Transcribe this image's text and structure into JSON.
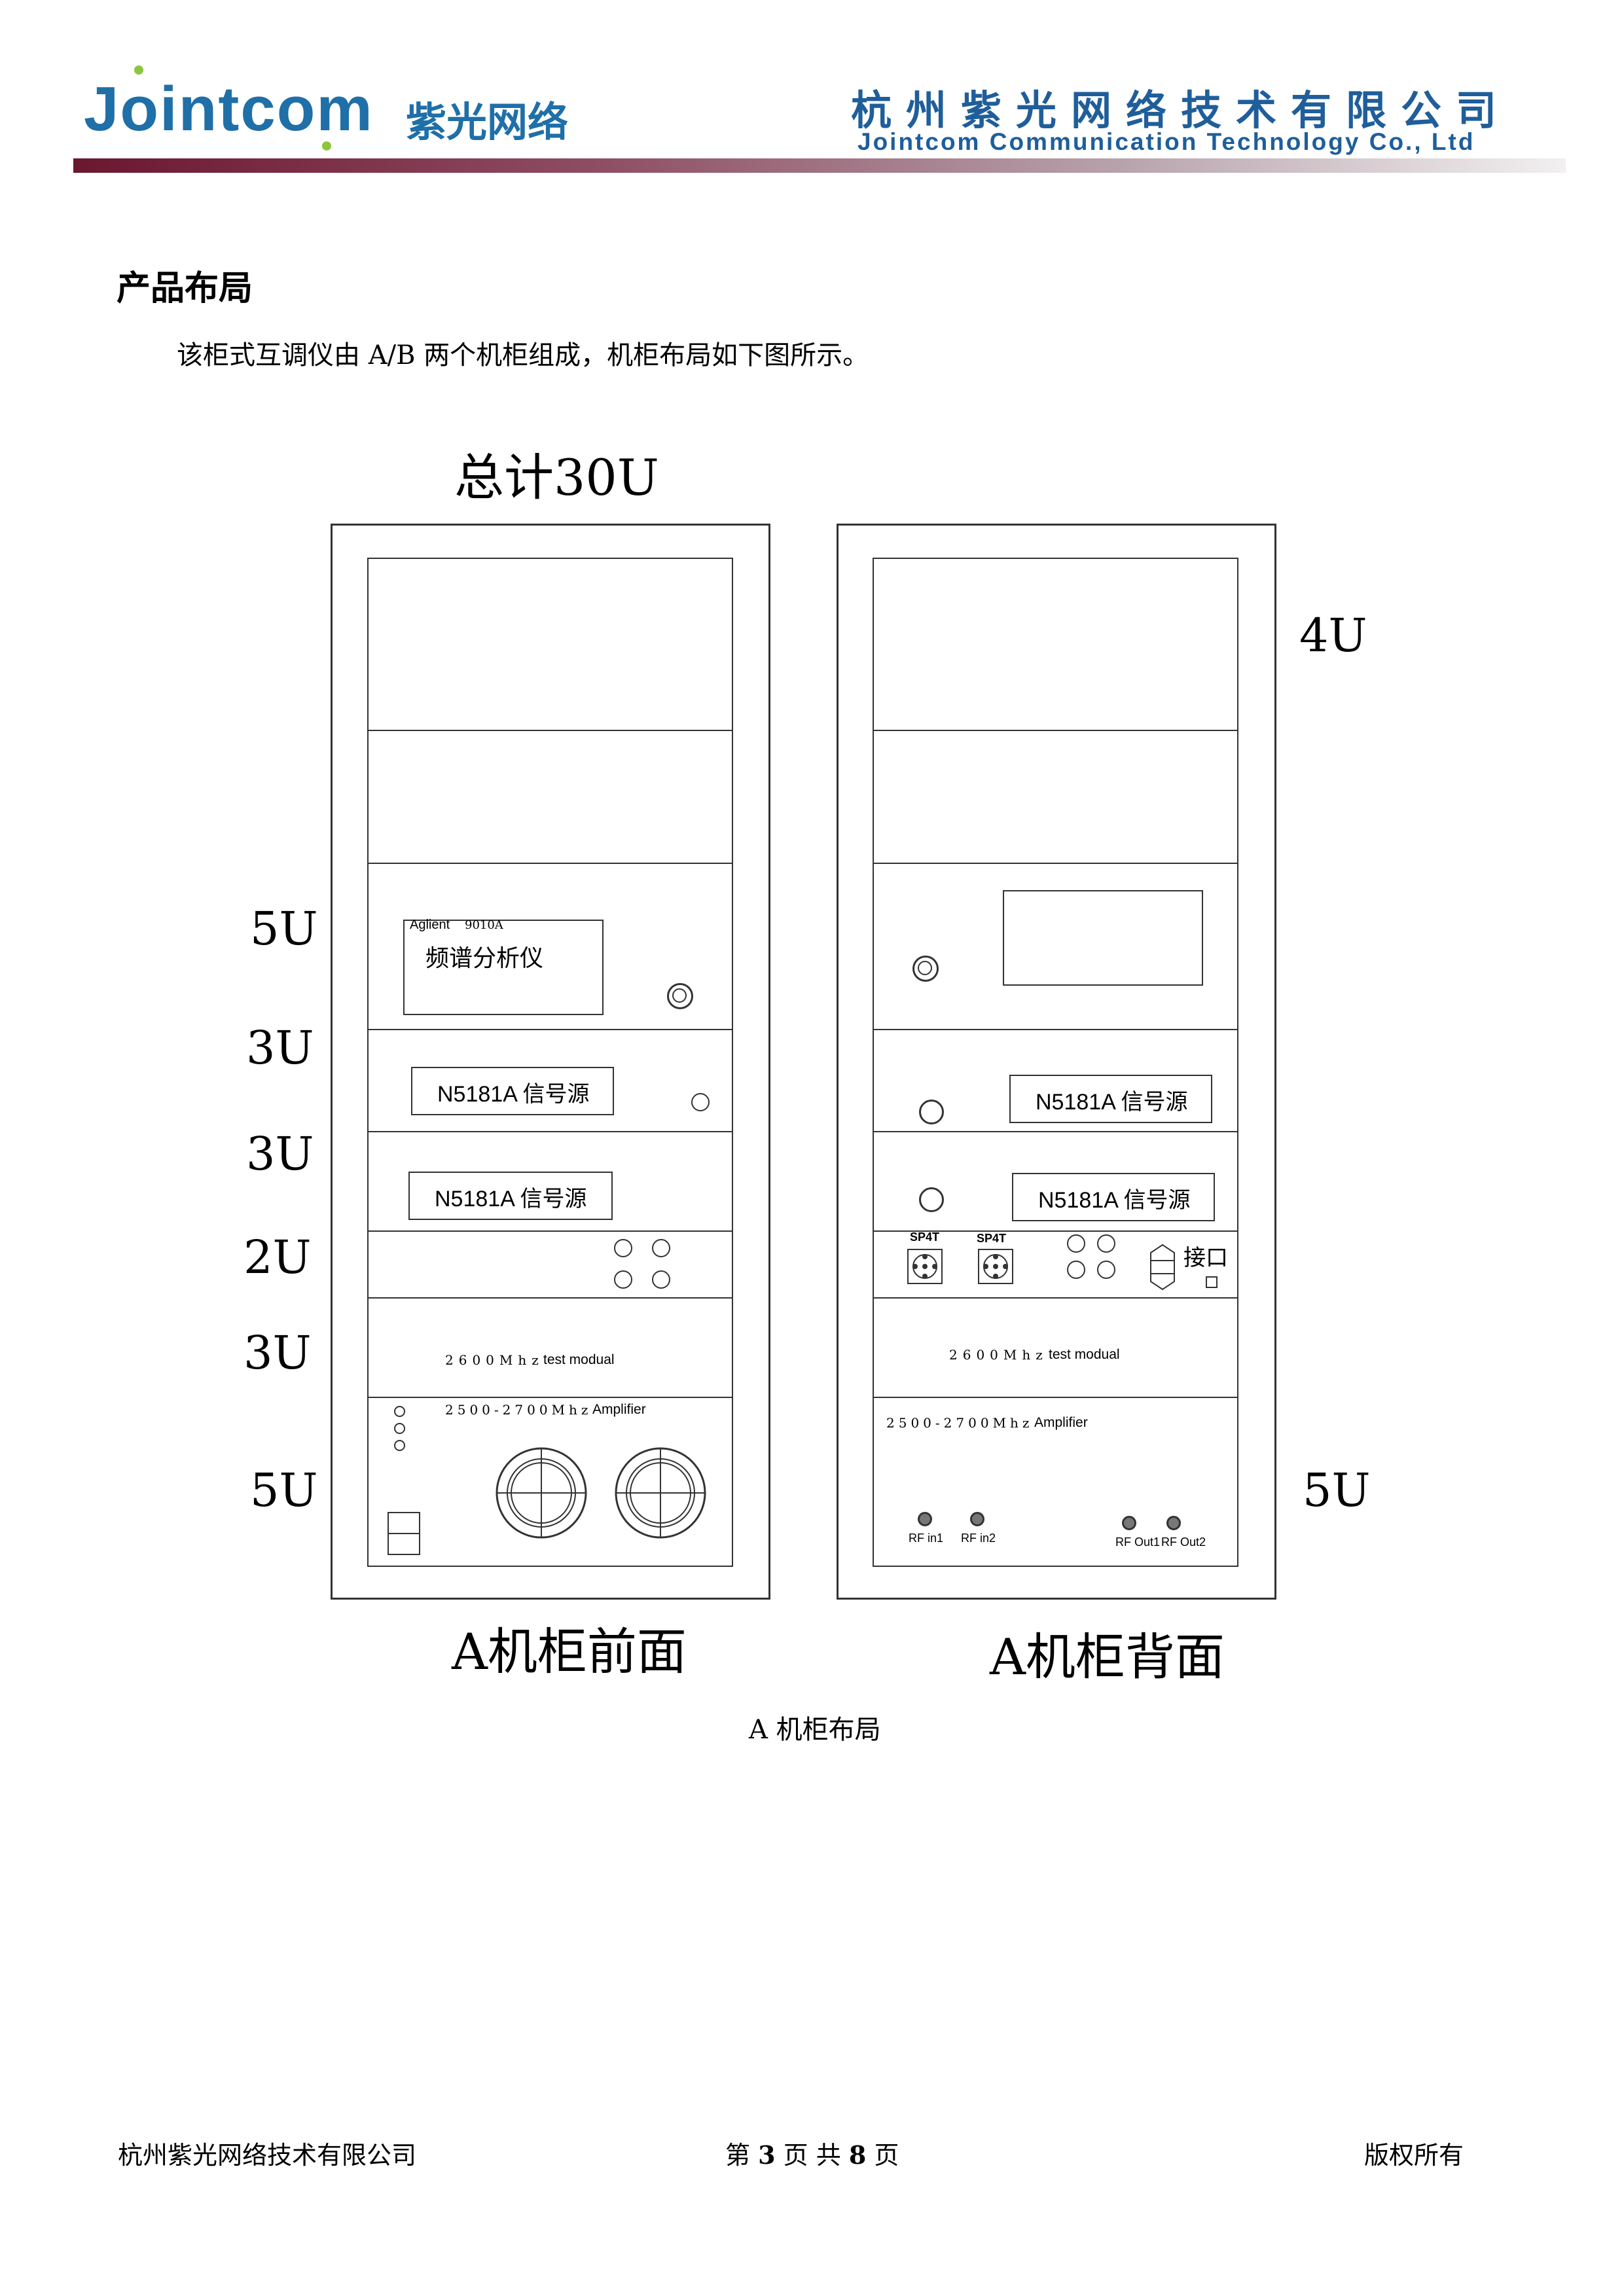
{
  "header": {
    "logo_text": "Jointcom",
    "logo_cn": "紫光网络",
    "company_cn": "杭州紫光网络技术有限公司",
    "company_en": "Jointcom Communication Technology Co., Ltd",
    "colors": {
      "brand_blue": "#1f6fa8",
      "logo_dot_green": "#8cc63f",
      "rule_dark": "#6b1730"
    }
  },
  "section": {
    "title": "产品布局",
    "intro": "该柜式互调仪由 A/B 两个机柜组成，机柜布局如下图所示。"
  },
  "figure": {
    "total_label": "总计30U",
    "left_u_labels": [
      "5U",
      "3U",
      "3U",
      "2U",
      "3U",
      "5U"
    ],
    "right_u_labels": [
      "4U",
      "5U"
    ],
    "front": {
      "caption": "A机柜前面",
      "analyzer_brand": "Aglient",
      "analyzer_model": "9010A",
      "analyzer_name": "频谱分析仪",
      "signal_source_1": "N5181A 信号源",
      "signal_source_2": "N5181A 信号源",
      "test_band": "2600Mhz",
      "test_name": "test modual",
      "amp_band": "2500-2700Mhz",
      "amp_name": "Amplifier"
    },
    "back": {
      "caption": "A机柜背面",
      "signal_source_1": "N5181A 信号源",
      "signal_source_2": "N5181A 信号源",
      "switch_1": "SP4T",
      "switch_2": "SP4T",
      "port_label": "接口",
      "test_band": "2600Mhz",
      "test_name": "test modual",
      "amp_band": "2500-2700Mhz",
      "amp_name": "Amplifier",
      "rf_in1": "RF in1",
      "rf_in2": "RF in2",
      "rf_out1": "RF Out1",
      "rf_out2": "RF Out2"
    },
    "caption": "A 机柜布局"
  },
  "footer": {
    "company": "杭州紫光网络技术有限公司",
    "page_prefix": "第",
    "page_num": "3",
    "page_mid": "页  共",
    "page_total": "8",
    "page_suffix": "页",
    "rights": "版权所有"
  }
}
